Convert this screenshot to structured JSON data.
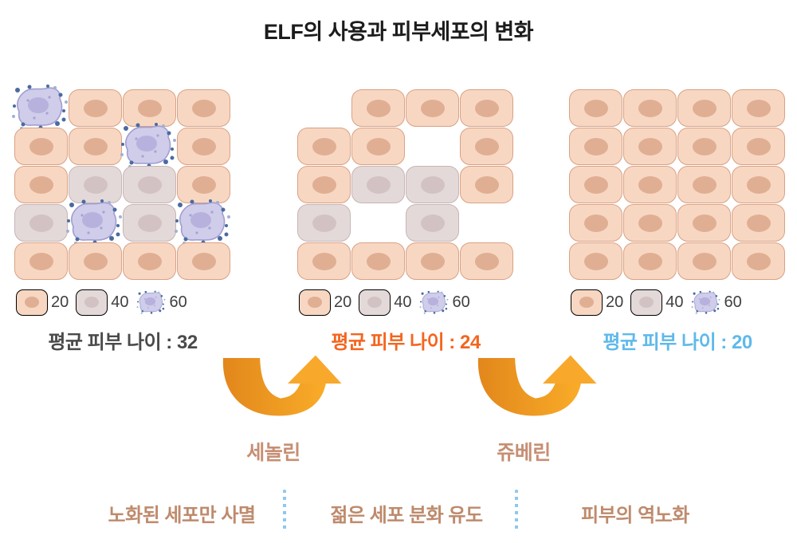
{
  "title": "ELF의 사용과 피부세포의 변화",
  "colors": {
    "title": "#1C1C1C",
    "cell_20_fill": "#F8D7C2",
    "cell_20_border": "#D9A184",
    "cell_20_nucleus": "#E0AF93",
    "cell_40_fill": "#E4D9D9",
    "cell_40_border": "#C7B5B5",
    "cell_40_nucleus": "#D3C2C3",
    "cell_60_fill": "#CFCDEA",
    "cell_60_border": "#A19ED1",
    "cell_60_nucleus": "#B7B1DD",
    "senescence_dot_dark": "#4A6B9F",
    "senescence_dot_light": "#9FB1D4",
    "senescence_dot_inner": "#A8A2D4",
    "arrow_gradient_start": "#E2871C",
    "arrow_gradient_end": "#F9AC28",
    "arrowhead": "#F8A82B",
    "label_dark": "#4A4A4A",
    "label_orange": "#F4651F",
    "label_blue": "#5FB9EB",
    "arrow_label": "#C68F74",
    "caption": "#BE8A6C",
    "separator_dotted": "#8FC8ED",
    "legend_number": "#3F3F3F"
  },
  "legend": {
    "items": [
      {
        "age": "20",
        "type": "20"
      },
      {
        "age": "40",
        "type": "40"
      },
      {
        "age": "60",
        "type": "60"
      }
    ]
  },
  "panels": [
    {
      "name": "before-treatment",
      "grid": [
        [
          "60",
          "20",
          "20",
          "20"
        ],
        [
          "20",
          "20",
          "60",
          "20"
        ],
        [
          "20",
          "40",
          "40",
          "20"
        ],
        [
          "40",
          "60",
          "40",
          "60"
        ],
        [
          "20",
          "20",
          "20",
          "20"
        ]
      ],
      "label": "평균 피부 나이 : 32",
      "label_color": "#4A4A4A"
    },
    {
      "name": "after-senolin",
      "grid": [
        [
          "",
          "20",
          "20",
          "20"
        ],
        [
          "20",
          "20",
          "",
          "20"
        ],
        [
          "20",
          "40",
          "40",
          "20"
        ],
        [
          "40",
          "",
          "40",
          ""
        ],
        [
          "20",
          "20",
          "20",
          "20"
        ]
      ],
      "label": "평균 피부 나이 : 24",
      "label_color": "#F4651F"
    },
    {
      "name": "after-juverin",
      "grid": [
        [
          "20",
          "20",
          "20",
          "20"
        ],
        [
          "20",
          "20",
          "20",
          "20"
        ],
        [
          "20",
          "20",
          "20",
          "20"
        ],
        [
          "20",
          "20",
          "20",
          "20"
        ],
        [
          "20",
          "20",
          "20",
          "20"
        ]
      ],
      "label": "평균 피부 나이 : 20",
      "label_color": "#5FB9EB"
    }
  ],
  "arrows": [
    {
      "label": "세놀린"
    },
    {
      "label": "쥬베린"
    }
  ],
  "captions": [
    "노화된 세포만 사멸",
    "젊은 세포 분화 유도",
    "피부의 역노화"
  ]
}
